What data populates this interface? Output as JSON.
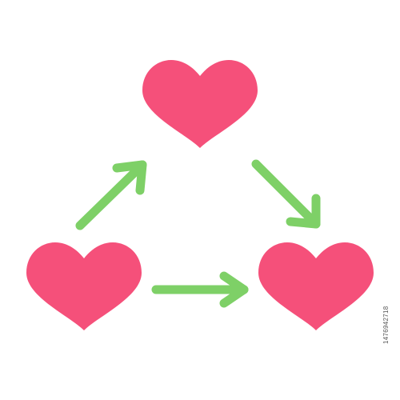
{
  "diagram": {
    "heart_color": "#f5507a",
    "arrow_color": "#7ed067",
    "hearts": [
      "heart-top",
      "heart-bottom-left",
      "heart-bottom-right"
    ],
    "arrows": [
      "arrow-bottom-left-to-top",
      "arrow-top-to-bottom-right",
      "arrow-bottom-left-to-bottom-right"
    ]
  },
  "stock_id": "1476942718"
}
